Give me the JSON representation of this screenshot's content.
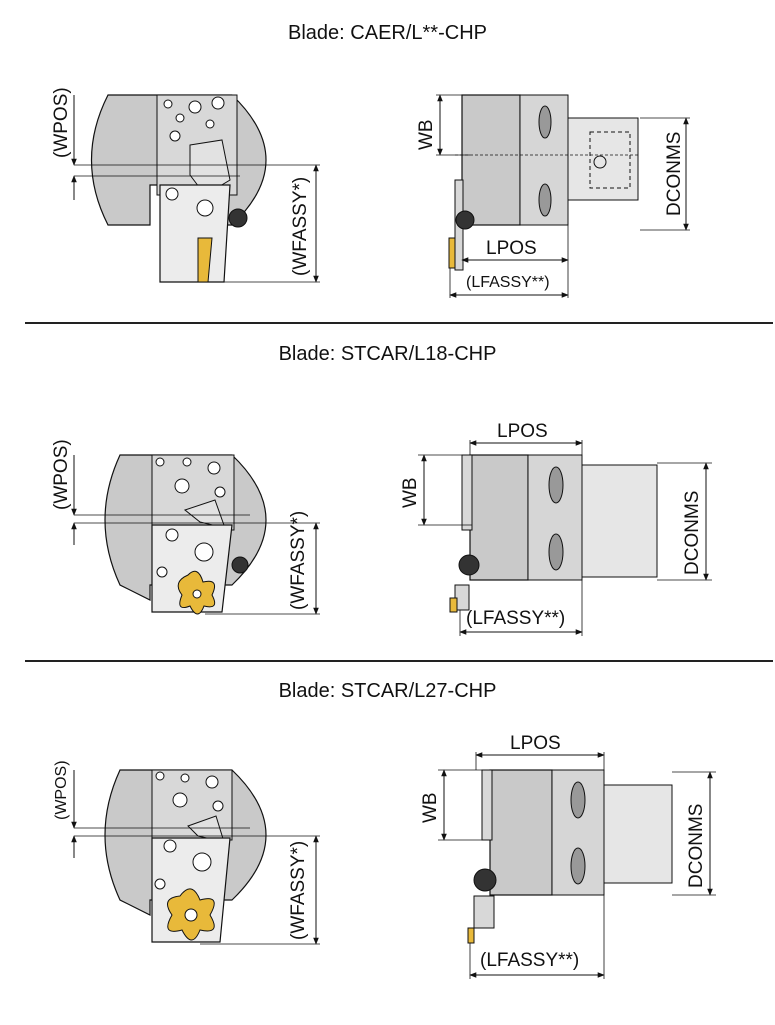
{
  "sections": [
    {
      "title": "Blade: CAER/L**-CHP",
      "labels": {
        "wpos": "(WPOS)",
        "wfassy": "(WFASSY*)",
        "wb": "WB",
        "lpos": "LPOS",
        "lfassy": "(LFASSY**)",
        "dconms": "DCONMS"
      }
    },
    {
      "title": "Blade: STCAR/L18-CHP",
      "labels": {
        "wpos": "(WPOS)",
        "wfassy": "(WFASSY*)",
        "wb": "WB",
        "lpos": "LPOS",
        "lfassy": "(LFASSY**)",
        "dconms": "DCONMS"
      }
    },
    {
      "title": "Blade: STCAR/L27-CHP",
      "labels": {
        "wpos": "(WPOS)",
        "wfassy": "(WFASSY*)",
        "wb": "WB",
        "lpos": "LPOS",
        "lfassy": "(LFASSY**)",
        "dconms": "DCONMS"
      }
    }
  ],
  "colors": {
    "body": "#c9c9c9",
    "body_dark": "#a9a9a9",
    "insert": "#e8b93a",
    "line": "#111111"
  }
}
